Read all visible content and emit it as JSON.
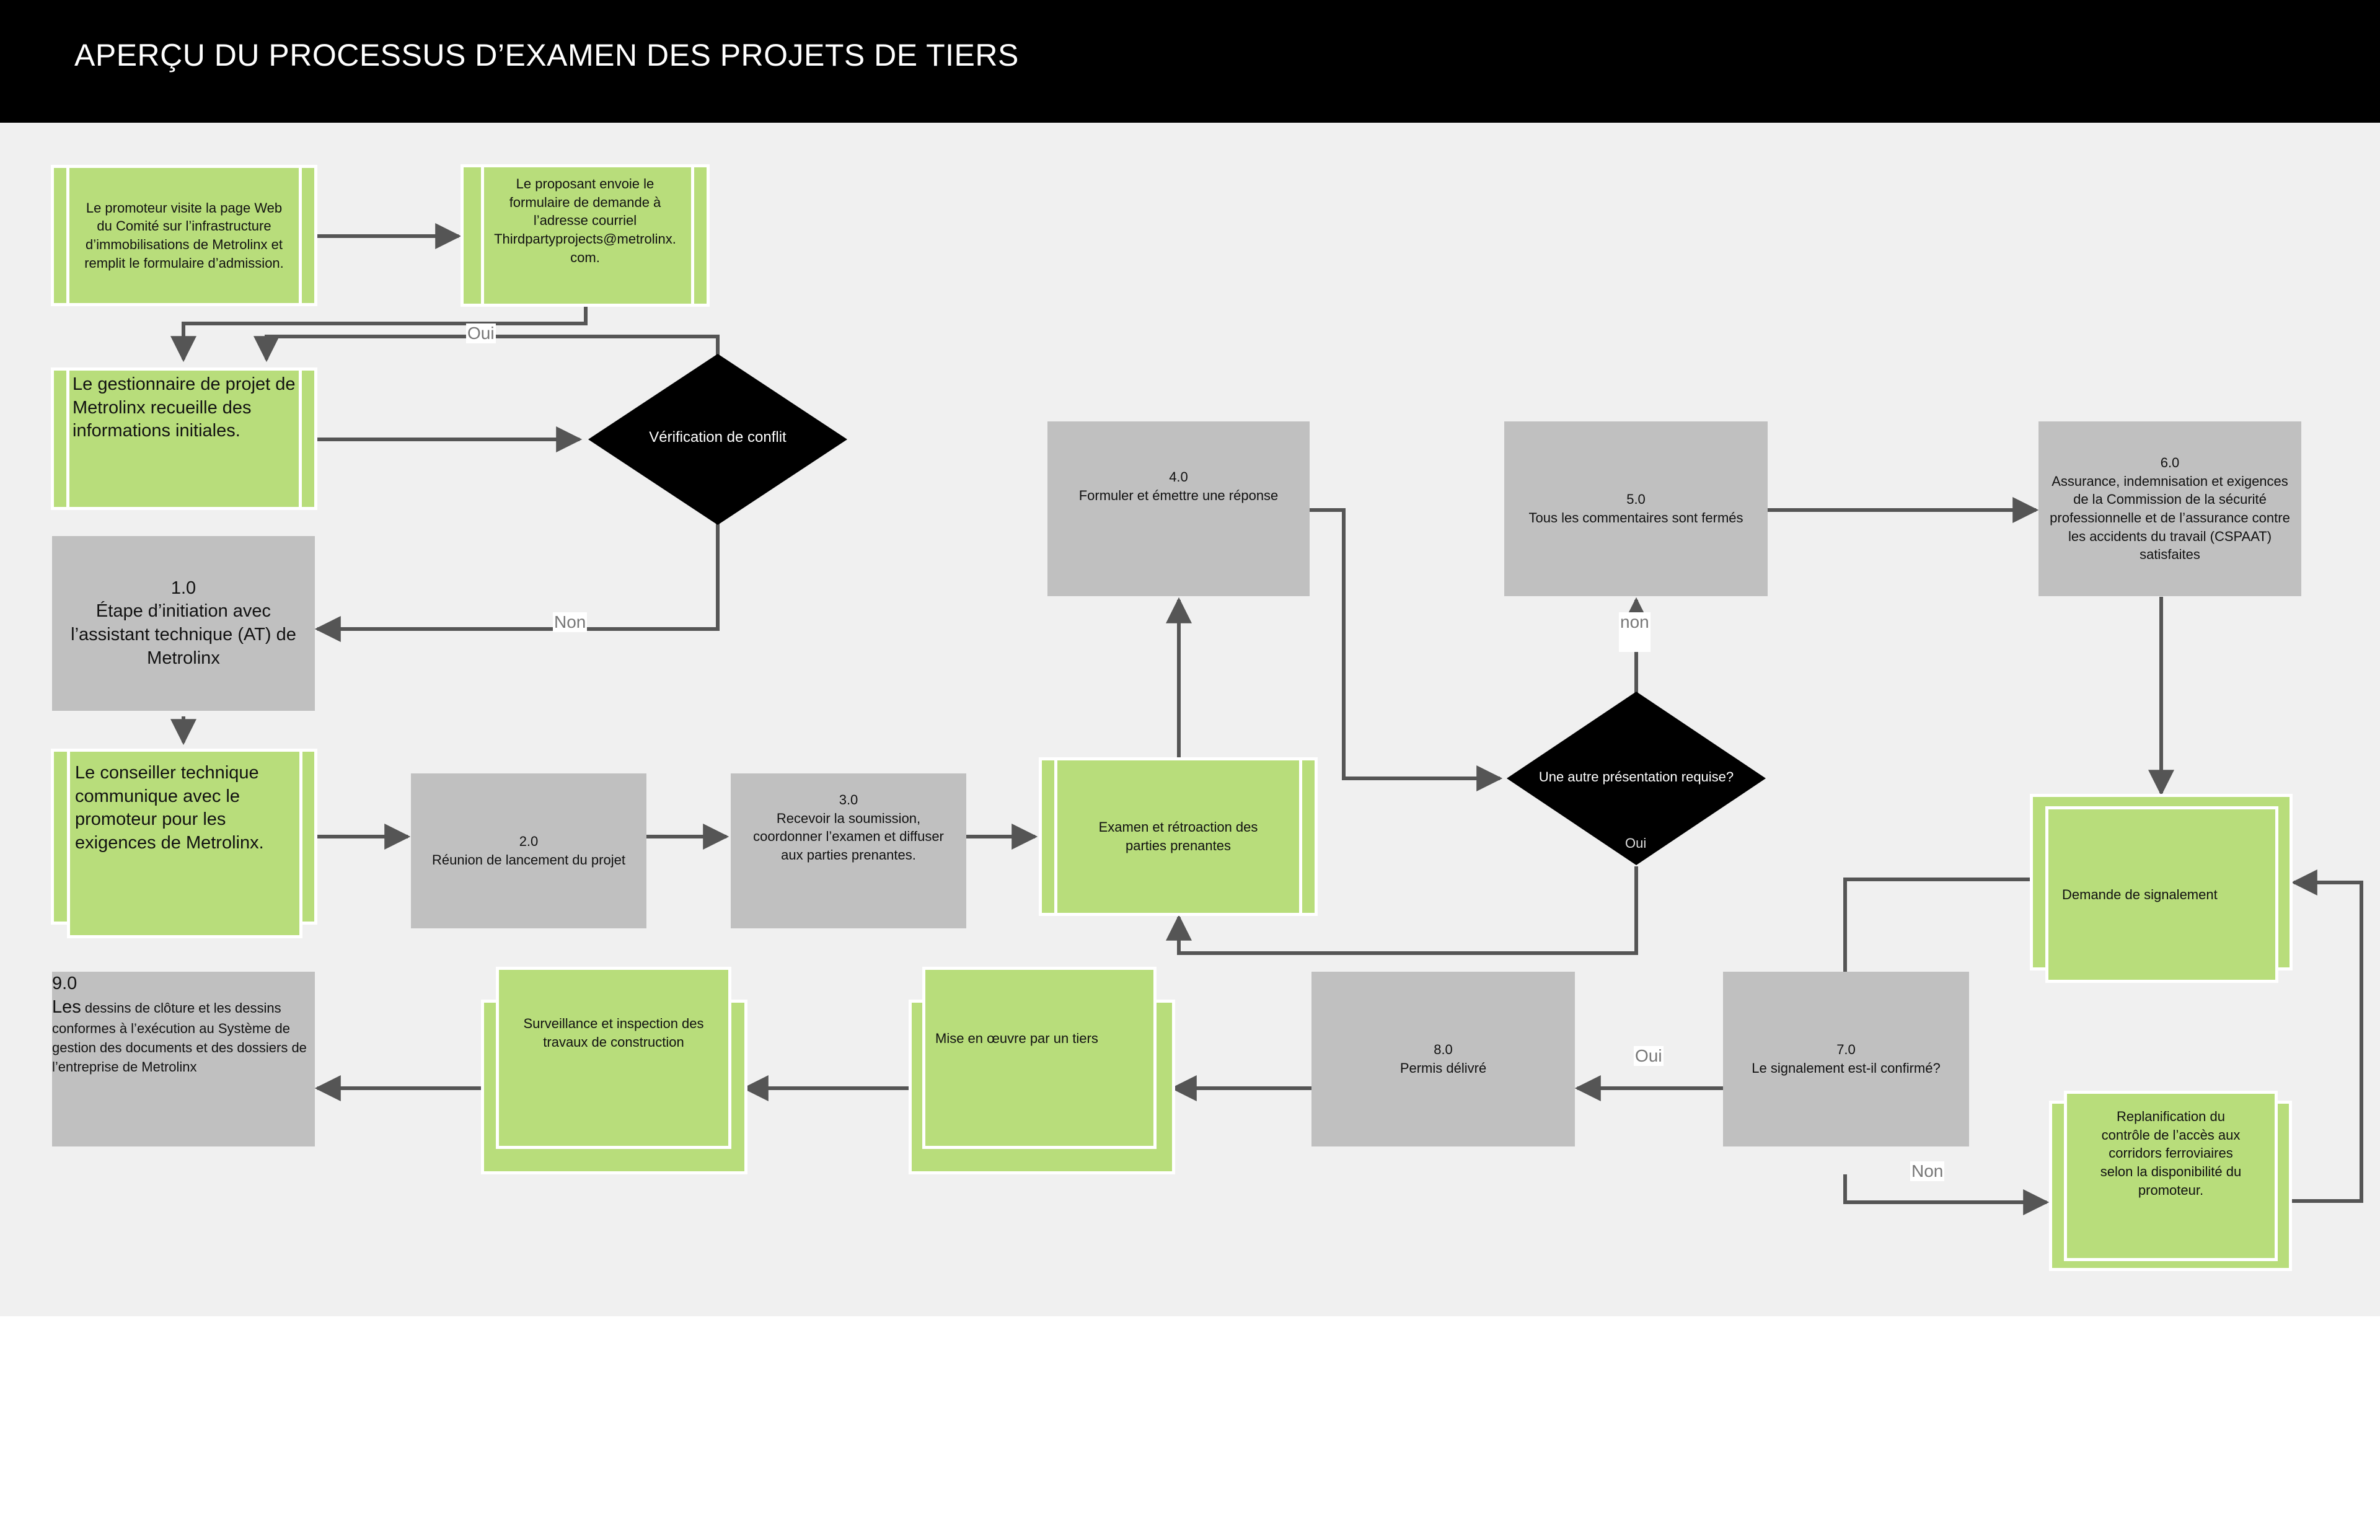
{
  "header": {
    "title": "APERÇU DU PROCESSUS D’EXAMEN DES PROJETS DE TIERS"
  },
  "colors": {
    "header_bg": "#000000",
    "canvas_bg": "#f0f0f0",
    "green": "#b8dd7b",
    "gray": "#c0c0c0",
    "connector": "#555555",
    "decision": "#000000"
  },
  "nodes": {
    "visit_page": "Le promoteur visite la page Web\ndu Comité sur l’infrastructure\nd’immobilisations de Metrolinx et\nremplit le formulaire d’admission.",
    "send_form": "Le proposant envoie le\nformulaire de demande à\nl’adresse courriel\nThirdpartyprojects@metrolinx.\ncom.",
    "collect_info": "Le gestionnaire de projet de\nMetrolinx recueille des\ninformations initiales.",
    "conflict_check": "Vérification de conflit",
    "step_1": "1.0\nÉtape d’initiation avec\nl’assistant technique (AT) de\nMetrolinx",
    "advisor_communicates": "Le conseiller technique\ncommunique avec le\npromoteur pour les\nexigences de Metrolinx.",
    "step_2": "2.0\nRéunion de lancement du projet",
    "step_3": "3.0\nRecevoir la soumission,\ncoordonner l’examen et diffuser\naux parties prenantes.",
    "review_feedback": "Examen et rétroaction des\nparties prenantes",
    "step_4": "4.0\nFormuler et émettre une réponse",
    "step_5": "5.0\nTous les commentaires sont fermés",
    "another_submission": "Une autre présentation requise?",
    "step_6": "6.0\nAssurance, indemnisation et exigences\nde la Commission de la sécurité\nprofessionnelle et de l’assurance contre\nles accidents du travail (CSPAAT)\nsatisfaites",
    "flagging_request": "Demande de signalement",
    "step_7": "7.0\nLe signalement est-il confirmé?",
    "replanning": "Replanification du\ncontrôle de l’accès aux\ncorridors ferroviaires\nselon la disponibilité du\npromoteur.",
    "step_8": "8.0\nPermis délivré",
    "third_party_impl": "Mise en œuvre par un tiers",
    "construction_monitoring": "Surveillance et inspection des\ntravaux de construction",
    "step_9_number": "9.0",
    "step_9_first_word": "Les",
    "step_9_text": " dessins de clôture et les dessins conformes à l’exécution au Système de gestion des documents et des dossiers de l’entreprise de Metrolinx"
  },
  "labels": {
    "oui_top": "Oui",
    "non_conflict": "Non",
    "non_5": "non",
    "oui_diamond": "Oui",
    "oui_8": "Oui",
    "non_7": "Non"
  }
}
